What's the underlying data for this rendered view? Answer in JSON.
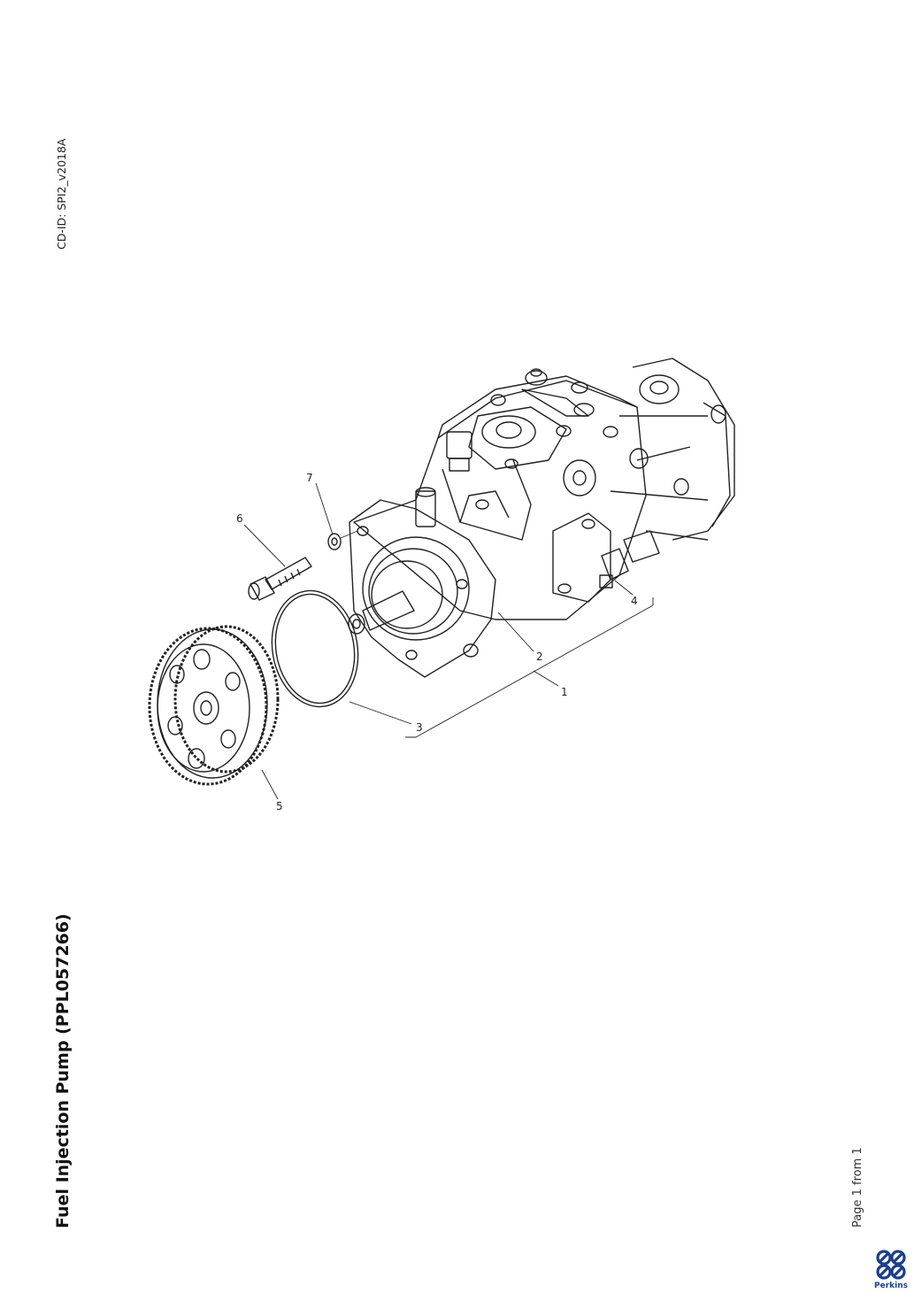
{
  "header": {
    "cd_id": "CD-ID: SPI2_v2018A"
  },
  "document": {
    "title": "Fuel Injection Pump (PPL057266)"
  },
  "footer": {
    "page": "Page 1 from 1",
    "brand": "Perkins"
  },
  "callouts": [
    "1",
    "2",
    "3",
    "4",
    "5",
    "6",
    "7"
  ],
  "colors": {
    "line": "#222222",
    "brand": "#1a3e8c"
  }
}
